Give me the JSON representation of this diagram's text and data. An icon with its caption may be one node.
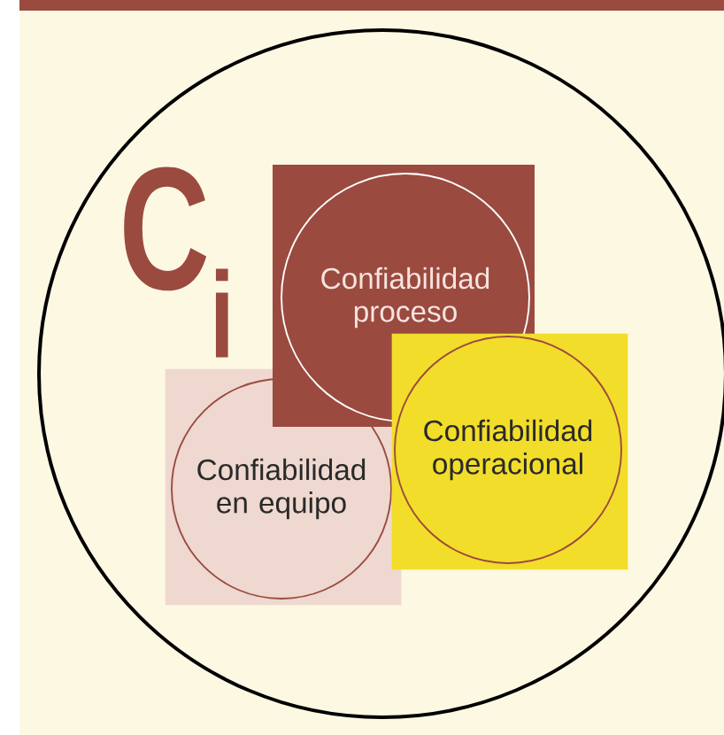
{
  "diagram": {
    "nodes": [
      {
        "text": [],
        "shape": "circle"
      },
      {
        "text": [],
        "shape": "box",
        "in": 0
      },
      {
        "text": [
          "Confiabilidad proceso"
        ],
        "in": 1
      },
      {
        "text": [],
        "shape": "box",
        "in": 0
      },
      {
        "text": [
          "Confiabilidad en equipo"
        ],
        "in": 3
      },
      {
        "text": [],
        "shape": "box",
        "in": 0
      },
      {
        "text": [
          "Confiabilidad operacional"
        ],
        "in": 5
      }
    ],
    "labels": [
      "C$_{i}$"
    ]
  }
}
